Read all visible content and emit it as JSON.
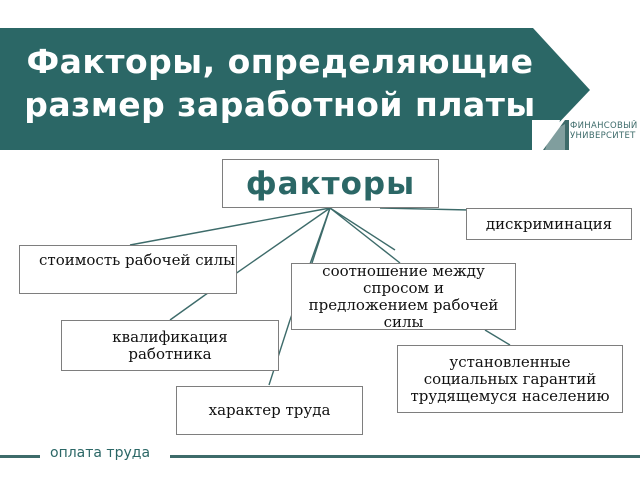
{
  "slide": {
    "title": "Факторы, определяющие размер заработной платы",
    "footer": "оплата труда"
  },
  "logo": {
    "text": "ФИНАНСОВЫЙ УНИВЕРСИТЕТ"
  },
  "diagram": {
    "root": "факторы",
    "nodes": {
      "discrimination": "дискриминация",
      "labor_cost": "стоимость рабочей силы",
      "supply_demand": "соотношение между спросом и предложением рабочей силы",
      "qualification": "квалификация работника",
      "guarantees": "установленные социальных гарантий трудящемуся населению",
      "work_nature": "характер труда"
    }
  },
  "colors": {
    "banner": "#2b6766",
    "accent": "#3d6b6a",
    "connector": "#3d6b6a"
  }
}
